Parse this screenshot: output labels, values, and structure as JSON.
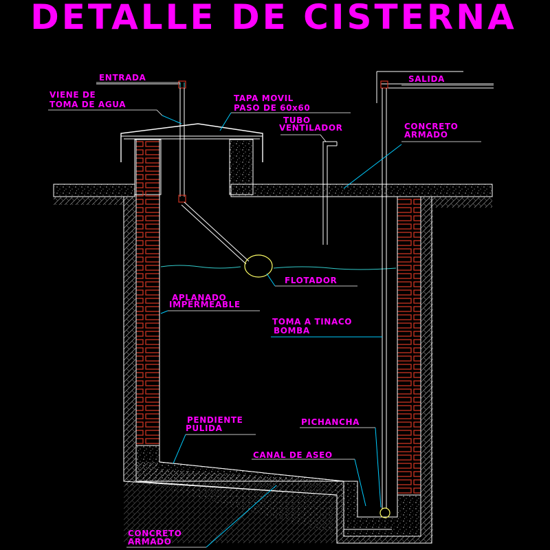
{
  "title": "DETALLE DE CISTERNA",
  "labels": {
    "entrada": "ENTRADA",
    "viene_de_1": "VIENE DE",
    "viene_de_2": "TOMA DE AGUA",
    "tapa_1": "TAPA MOVIL",
    "tapa_2": "PASO DE 60x60",
    "tubo_1": "TUBO",
    "tubo_2": "VENTILADOR",
    "salida": "SALIDA",
    "concreto_top_1": "CONCRETO",
    "concreto_top_2": "ARMADO",
    "flotador": "FLOTADOR",
    "aplanado_1": "APLANADO",
    "aplanado_2": "IMPERMEABLE",
    "toma_1": "TOMA A TINACO",
    "toma_2": "BOMBA",
    "pendiente_1": "PENDIENTE",
    "pendiente_2": "PULIDA",
    "pichancha": "PICHANCHA",
    "canal": "CANAL DE ASEO",
    "concreto_bot_1": "CONCRETO",
    "concreto_bot_2": "ARMADO"
  },
  "colors": {
    "background": "#000000",
    "label": "#ff00ff",
    "structure": "#ffffff",
    "pipe": "#ffff66",
    "brick": "#cc3322",
    "water": "#33cccc",
    "leader": "#00ccff"
  }
}
